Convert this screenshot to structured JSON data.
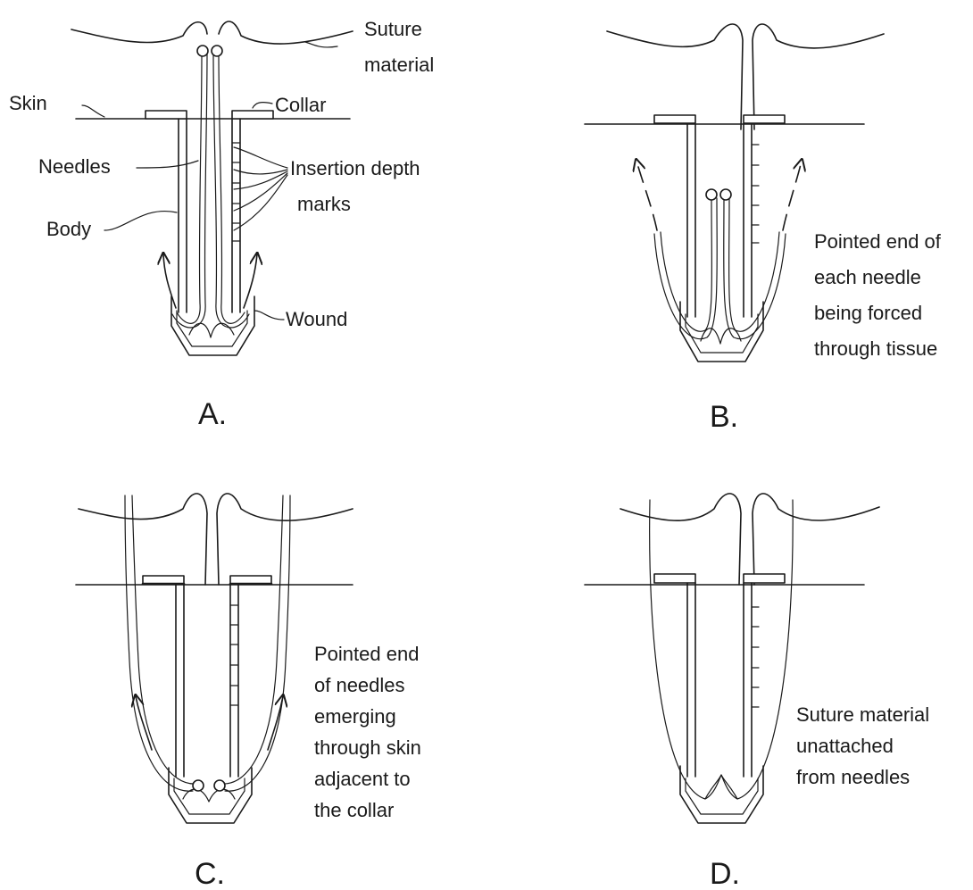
{
  "panels": {
    "a": {
      "letter": "A.",
      "labels": {
        "suture_1": "Suture",
        "suture_2": "material",
        "skin": "Skin",
        "collar": "Collar",
        "needles": "Needles",
        "insertion_1": "Insertion depth",
        "insertion_2": "marks",
        "body": "Body",
        "wound": "Wound"
      }
    },
    "b": {
      "letter": "B.",
      "caption": [
        "Pointed end of",
        "each needle",
        "being forced",
        "through tissue"
      ]
    },
    "c": {
      "letter": "C.",
      "caption": [
        "Pointed end",
        "of needles",
        "emerging",
        "through skin",
        "adjacent to",
        "the collar"
      ]
    },
    "d": {
      "letter": "D.",
      "caption": [
        "Suture material",
        "unattached",
        "from needles"
      ]
    }
  }
}
